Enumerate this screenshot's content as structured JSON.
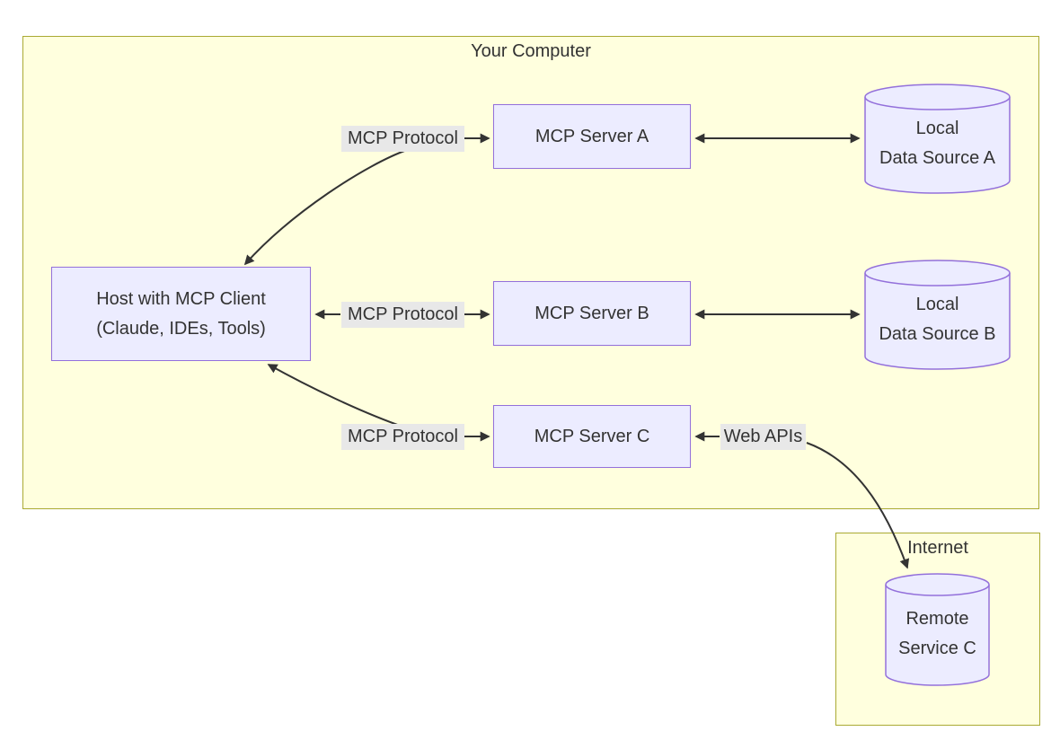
{
  "groups": {
    "your_computer": {
      "label": "Your Computer"
    },
    "internet": {
      "label": "Internet"
    }
  },
  "nodes": {
    "host": {
      "line1": "Host with MCP Client",
      "line2": "(Claude, IDEs, Tools)"
    },
    "server_a": {
      "label": "MCP Server A"
    },
    "server_b": {
      "label": "MCP Server B"
    },
    "server_c": {
      "label": "MCP Server C"
    },
    "data_source_a": {
      "line1": "Local",
      "line2": "Data Source A"
    },
    "data_source_b": {
      "line1": "Local",
      "line2": "Data Source B"
    },
    "remote_service_c": {
      "line1": "Remote",
      "line2": "Service C"
    }
  },
  "edges": {
    "host_server_a_label": "MCP Protocol",
    "host_server_b_label": "MCP Protocol",
    "host_server_c_label": "MCP Protocol",
    "server_c_remote_label": "Web APIs"
  },
  "colors": {
    "canvas_bg": "#ffffff",
    "group_fill": "#ffffde",
    "group_border": "#aaaa33",
    "node_fill": "#ececff",
    "node_border": "#9370db",
    "edge_label_bg": "#e8e8e8",
    "edge_stroke": "#333333",
    "text": "#333333"
  }
}
